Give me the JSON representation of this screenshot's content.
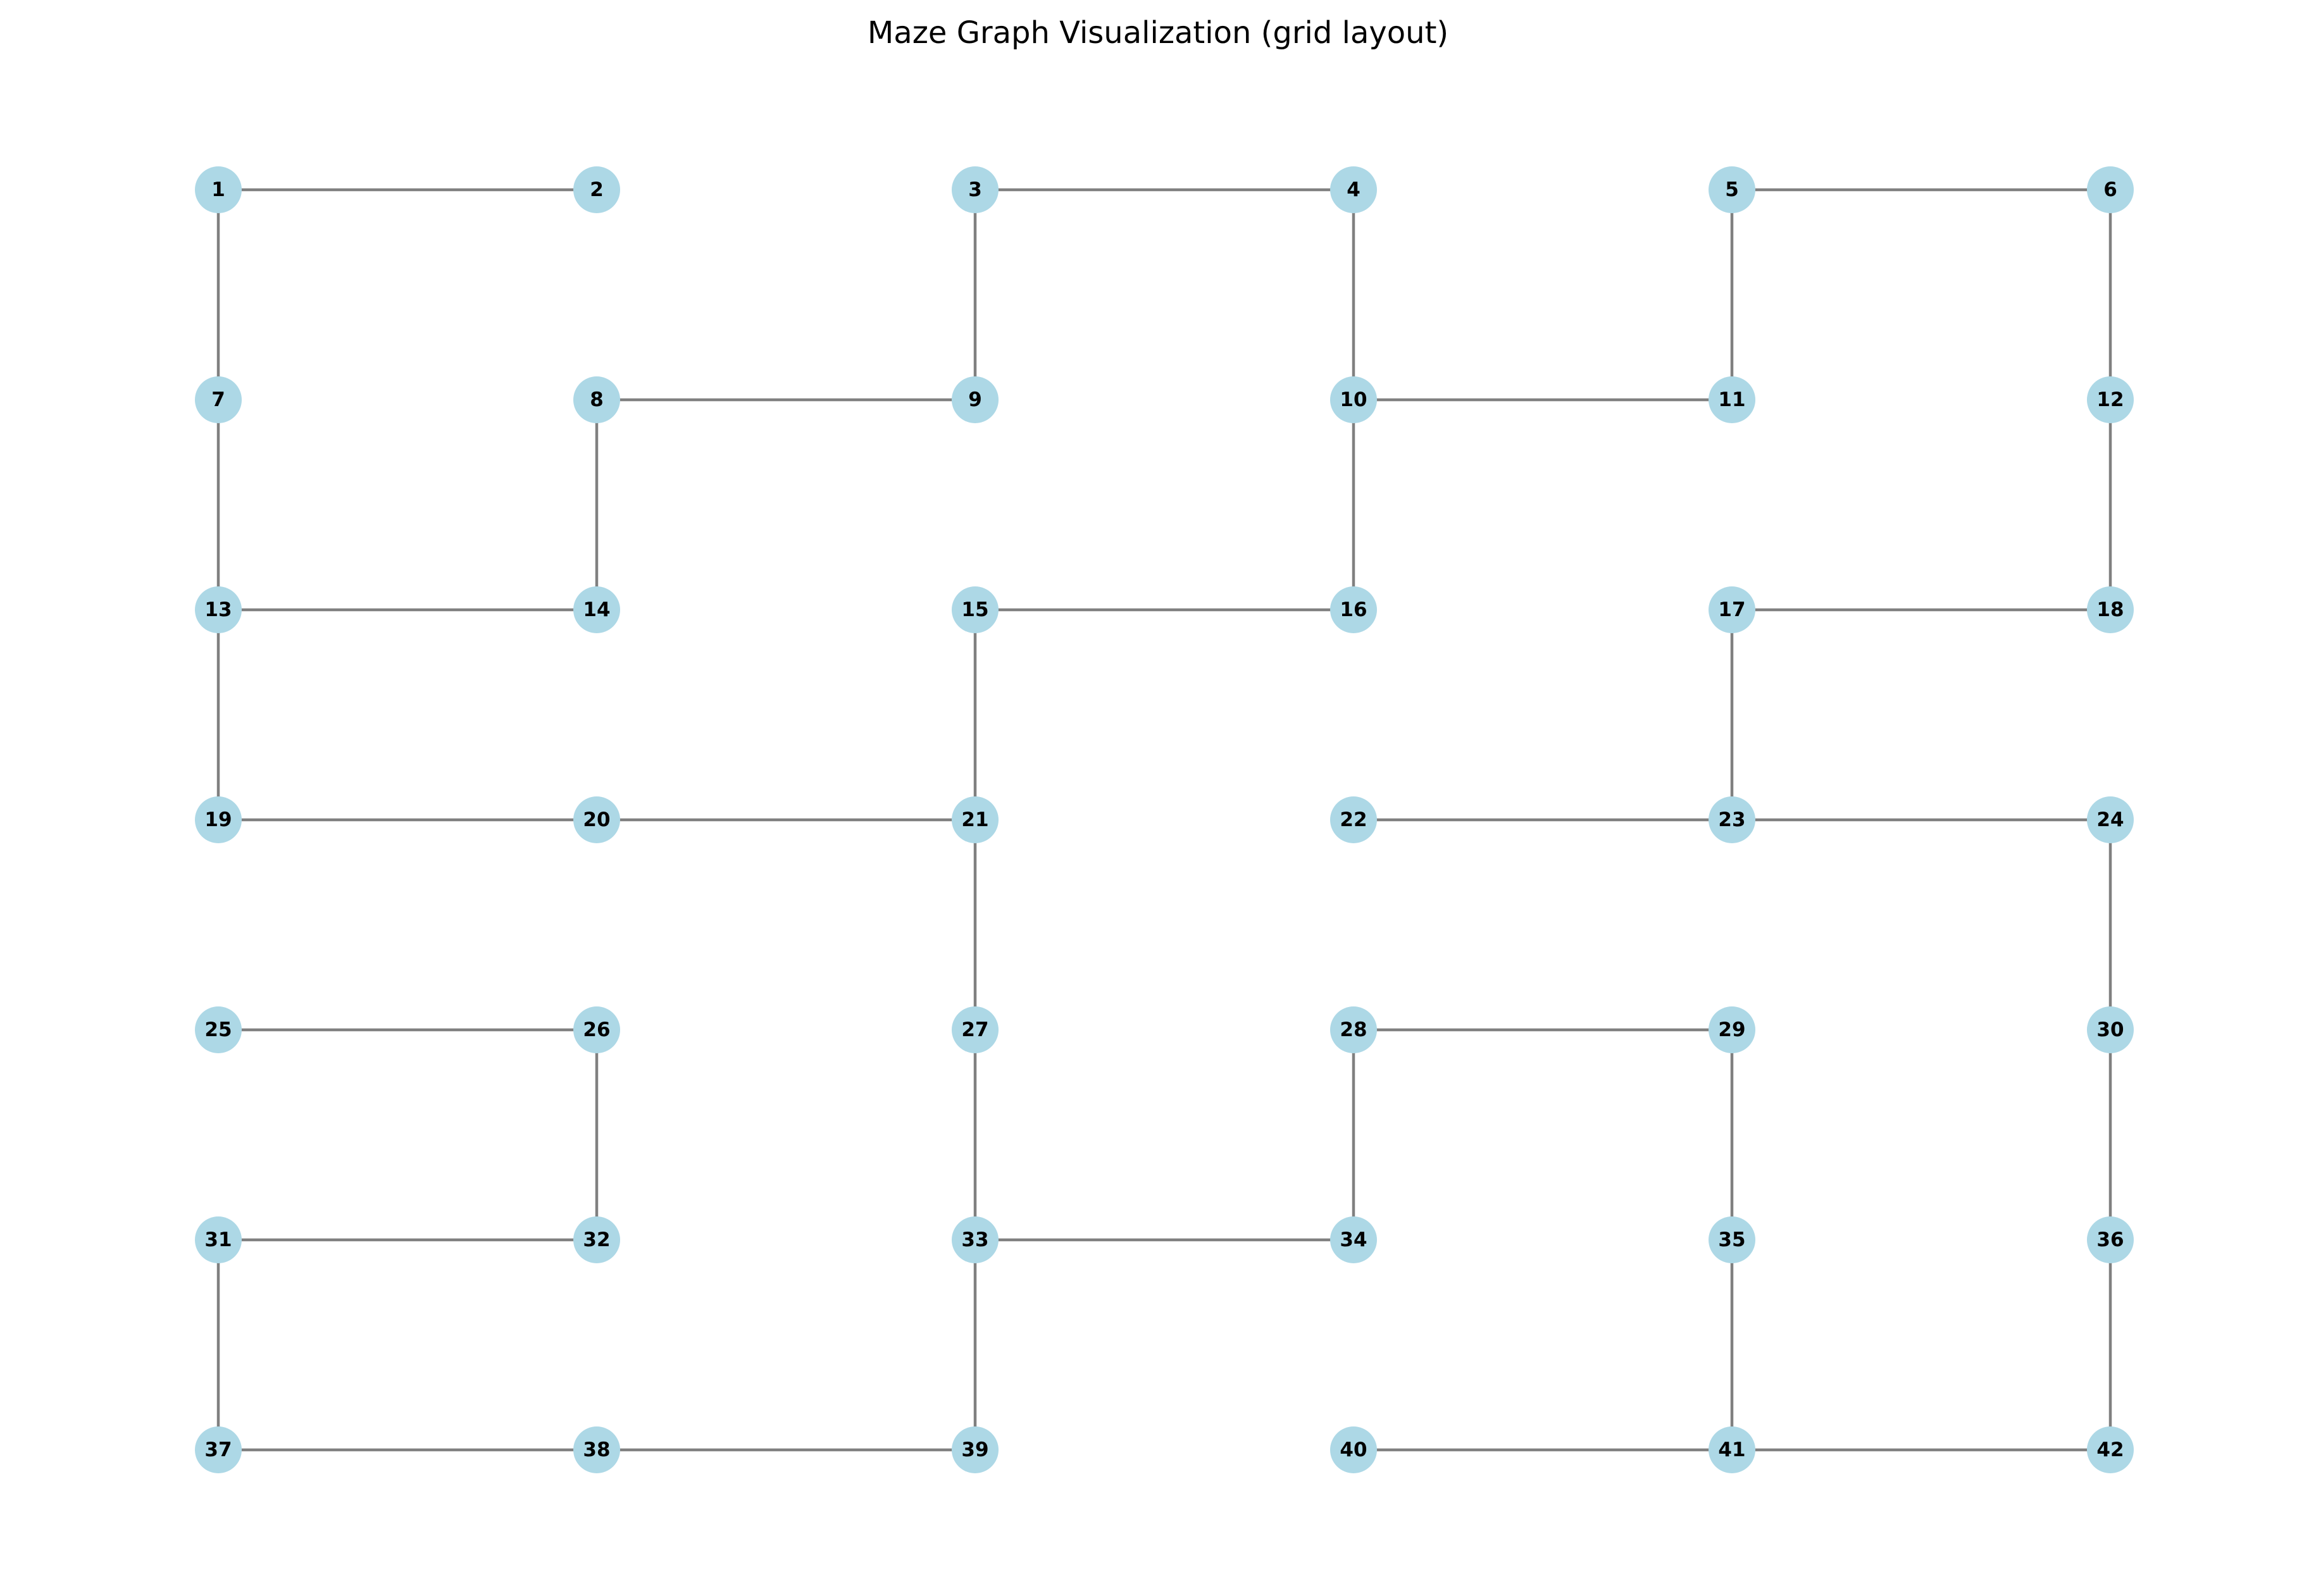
{
  "title": "Maze Graph Visualization (grid layout)",
  "colors": {
    "node": "#add8e6",
    "edge": "#808080",
    "label": "#000000",
    "background": "#ffffff"
  },
  "graph": {
    "layout": "grid",
    "columns": 6,
    "rows": 7,
    "nodes": [
      1,
      2,
      3,
      4,
      5,
      6,
      7,
      8,
      9,
      10,
      11,
      12,
      13,
      14,
      15,
      16,
      17,
      18,
      19,
      20,
      21,
      22,
      23,
      24,
      25,
      26,
      27,
      28,
      29,
      30,
      31,
      32,
      33,
      34,
      35,
      36,
      37,
      38,
      39,
      40,
      41,
      42
    ],
    "edges": [
      [
        1,
        2
      ],
      [
        1,
        7
      ],
      [
        3,
        4
      ],
      [
        3,
        9
      ],
      [
        4,
        10
      ],
      [
        5,
        6
      ],
      [
        5,
        11
      ],
      [
        6,
        12
      ],
      [
        7,
        13
      ],
      [
        8,
        9
      ],
      [
        8,
        14
      ],
      [
        10,
        11
      ],
      [
        10,
        16
      ],
      [
        12,
        18
      ],
      [
        13,
        14
      ],
      [
        13,
        19
      ],
      [
        15,
        16
      ],
      [
        15,
        21
      ],
      [
        17,
        18
      ],
      [
        17,
        23
      ],
      [
        19,
        20
      ],
      [
        20,
        21
      ],
      [
        21,
        27
      ],
      [
        22,
        23
      ],
      [
        23,
        24
      ],
      [
        24,
        30
      ],
      [
        25,
        26
      ],
      [
        26,
        32
      ],
      [
        27,
        33
      ],
      [
        28,
        29
      ],
      [
        28,
        34
      ],
      [
        29,
        35
      ],
      [
        30,
        36
      ],
      [
        31,
        32
      ],
      [
        31,
        37
      ],
      [
        33,
        34
      ],
      [
        33,
        39
      ],
      [
        35,
        41
      ],
      [
        36,
        42
      ],
      [
        37,
        38
      ],
      [
        38,
        39
      ],
      [
        40,
        41
      ],
      [
        41,
        42
      ]
    ]
  }
}
